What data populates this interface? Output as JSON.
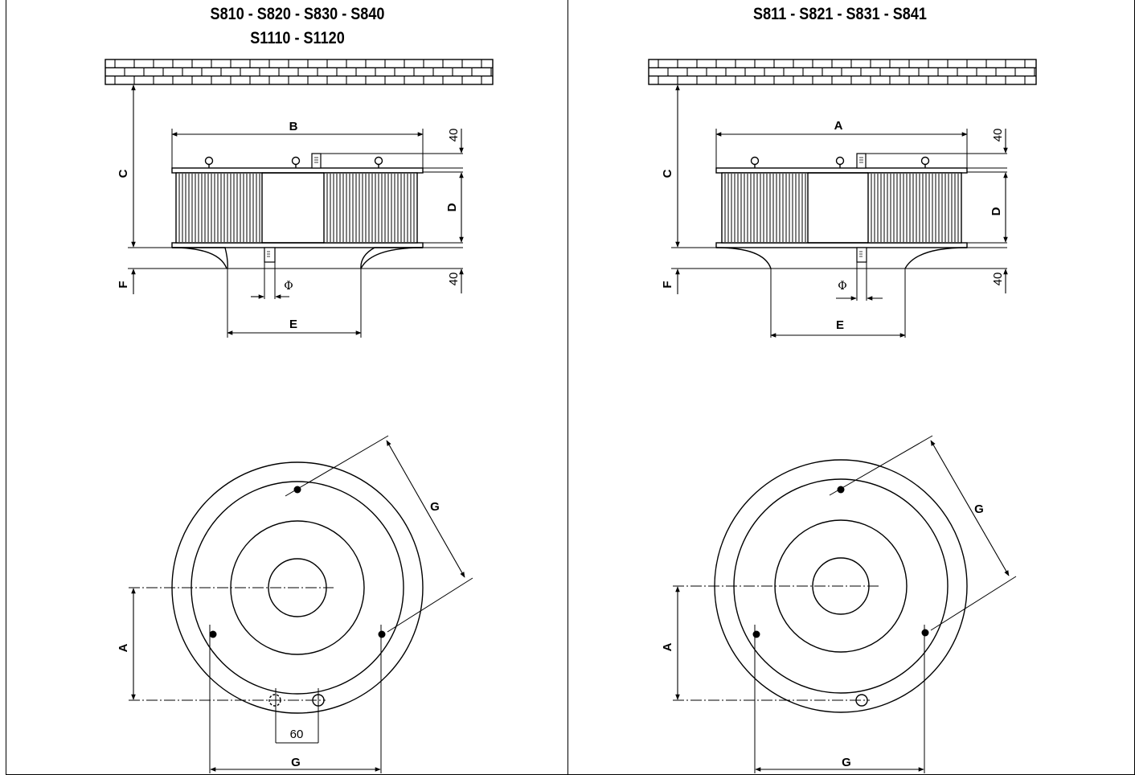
{
  "panels": [
    {
      "title_line1": "S810 - S820 - S830 - S840",
      "title_line2": "S1110 - S1120",
      "labels": {
        "width": "B",
        "height": "C",
        "body": "D",
        "outlet": "E",
        "foot": "F",
        "phi": "Φ",
        "clearance_top": "40",
        "clearance_bottom": "40",
        "bolt_span_diag": "G",
        "bolt_span_horiz": "G",
        "offset": "A",
        "hole_offset": "60"
      }
    },
    {
      "title_line1": "S811 - S821 - S831 - S841",
      "title_line2": "",
      "labels": {
        "width": "A",
        "height": "C",
        "body": "D",
        "outlet": "E",
        "foot": "F",
        "phi": "Φ",
        "clearance_top": "40",
        "clearance_bottom": "40",
        "bolt_span_diag": "G",
        "bolt_span_horiz": "G",
        "offset": "A"
      }
    }
  ]
}
